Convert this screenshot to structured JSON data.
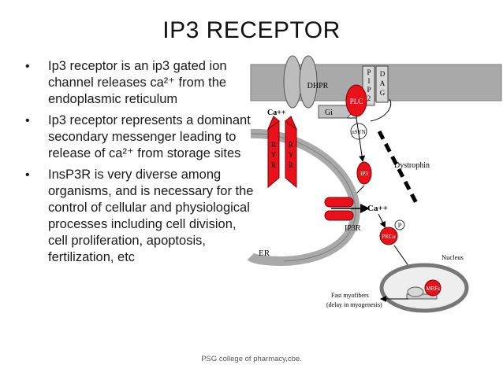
{
  "slide": {
    "title": "IP3 RECEPTOR",
    "bullets": [
      "Ip3 receptor is an ip3 gated ion channel releases ca²⁺ from the endoplasmic reticulum",
      "Ip3 receptor represents a dominant secondary messenger leading to  release of ca²⁺ from storage sites",
      "InsP3R is very diverse among organisms, and is necessary for the control of cellular and physiological processes including cell division, cell proliferation, apoptosis, fertilization, etc"
    ],
    "footer": "PSG college of pharmacy,cbe."
  },
  "diagram": {
    "labels": {
      "dhpr": "DHPR",
      "ca_left": "Ca++",
      "gi": "Gi",
      "plc": "PLC",
      "pip2": [
        "P",
        "I",
        "P",
        "2"
      ],
      "dag": [
        "D",
        "A",
        "G"
      ],
      "nosyn": "nSYN",
      "ryr_left": [
        "R",
        "Y",
        "R"
      ],
      "ryr_right": [
        "R",
        "Y",
        "R"
      ],
      "ip3": "IP3",
      "dystrophin": "Dystrophin",
      "ca_right": "Ca++",
      "ip3r": "IP3R",
      "p": "P",
      "pkc": "PKCα",
      "er": "ER",
      "nucleus": "Nucleus",
      "mrfs": "MRFs",
      "fast_myofibers_1": "Fast myofibers",
      "fast_myofibers_2": "(delay in myogenesis)"
    },
    "colors": {
      "membrane": "#a9a9a9",
      "red": "#e8121c",
      "dark": "#000000"
    }
  }
}
